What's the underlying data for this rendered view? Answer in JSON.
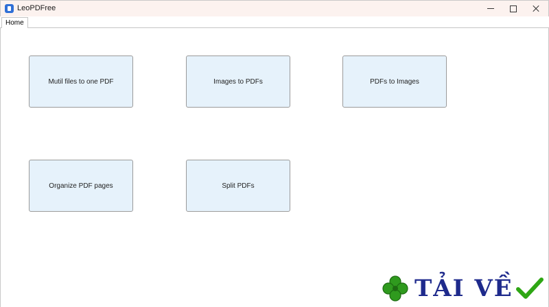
{
  "window": {
    "title": "LeoPDFree"
  },
  "tabs": [
    {
      "label": "Home"
    }
  ],
  "tiles": [
    {
      "label": "Mutil files to one PDF"
    },
    {
      "label": "Images to PDFs"
    },
    {
      "label": "PDFs to Images"
    },
    {
      "label": "Organize PDF pages"
    },
    {
      "label": "Split PDFs"
    }
  ],
  "watermark": {
    "text": "TẢI VỀ",
    "icons": [
      "clover-icon",
      "checkmark-icon"
    ]
  },
  "colors": {
    "tile_bg": "#e6f2fb",
    "titlebar_bg": "#fcf2ef",
    "watermark_text": "#1e2a8c",
    "check": "#2ea614"
  }
}
